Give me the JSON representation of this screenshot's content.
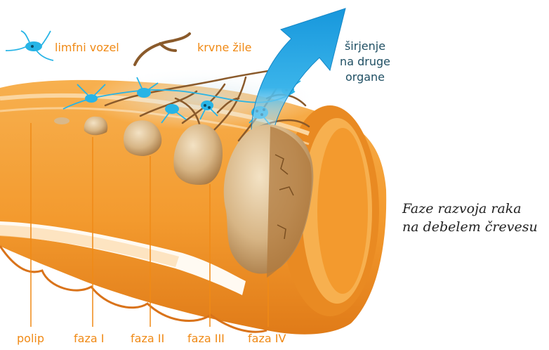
{
  "legend": {
    "lymph_node": "limfni vozel",
    "blood_vessels": "krvne žile"
  },
  "spread": {
    "line1": "širjenje",
    "line2": "na druge",
    "line3": "organe"
  },
  "stages": {
    "polyp": "polip",
    "stage1": "faza I",
    "stage2": "faza II",
    "stage3": "faza III",
    "stage4": "faza IV"
  },
  "caption": {
    "line1": "Faze razvoja raka",
    "line2": "na debelem črevesu"
  },
  "colors": {
    "bowel_orange": "#f39a2e",
    "bowel_dark": "#d9731a",
    "lumen_light": "#fbd6a0",
    "tumor": "#c9a06c",
    "tumor_light": "#ead3ad",
    "vessel": "#8a5a2b",
    "lymph": "#27b4e6",
    "arrow": "#2aa8e6",
    "label_orange": "#f08a16",
    "label_teal": "#1f4f63"
  }
}
